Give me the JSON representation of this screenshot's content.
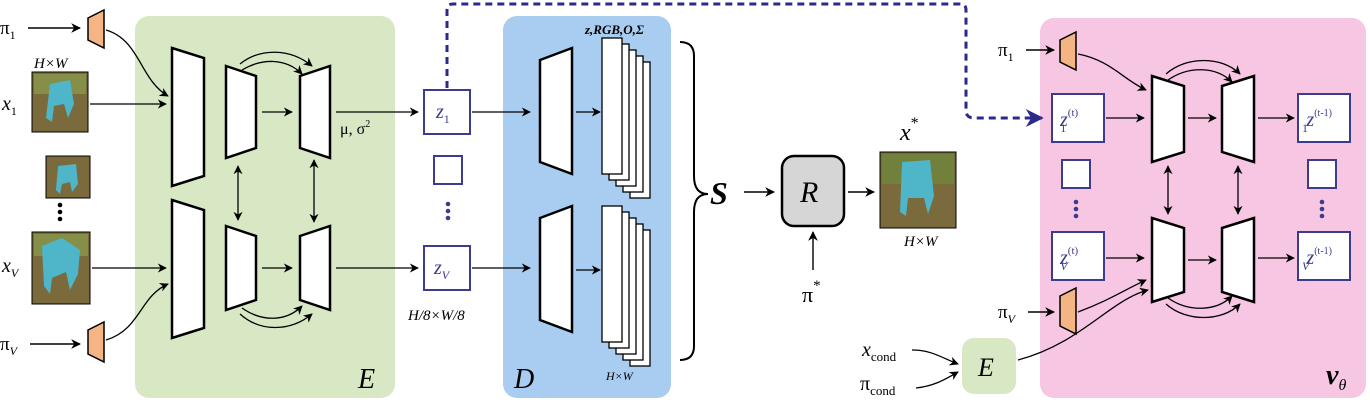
{
  "colors": {
    "encoder_panel": "#d9e8c4",
    "decoder_panel": "#a9cdf0",
    "denoiser_panel": "#f6c6e3",
    "pose_block": "#f4b483",
    "latent_border": "#3b3b8f",
    "dashed_arrow": "#2a2a8a",
    "render_block": "#d6d6d6",
    "small_encoder": "#d9e8c4",
    "photo_cyan": "#4fb5c9",
    "photo_ground": "#7a6a3c"
  },
  "labels": {
    "pi_1": "π",
    "pi_1_sub": "1",
    "pi_V": "π",
    "pi_V_sub": "V",
    "res_input": "H×W",
    "x_1": "x",
    "x_1_sub": "1",
    "x_V": "x",
    "x_V_sub": "V",
    "encoder": "E",
    "mu_sigma": "μ, σ",
    "mu_sigma_sup": "2",
    "z_1": "z",
    "z_1_sub": "1",
    "z_V": "z",
    "z_V_sub": "V",
    "res_latent": "H/8×W/8",
    "decoder": "D",
    "out_channels": "z,RGB,O,Σ",
    "res_decoder": "H×W",
    "set_S": "S",
    "renderer": "R",
    "target_pose": "π",
    "target_pose_sup": "*",
    "target_image": "x",
    "target_image_sup": "*",
    "res_output": "H×W",
    "den_pi_1": "π",
    "den_pi_1_sub": "1",
    "den_pi_V": "π",
    "den_pi_V_sub": "V",
    "zt_1": "z",
    "zt_1_sup": "(t)",
    "zt_1_sub": "1",
    "zt_V": "z",
    "zt_V_sup": "(t)",
    "zt_V_sub": "V",
    "zt1_1": "z",
    "zt1_1_sup": "(t-1)",
    "zt1_1_sub": "1",
    "zt1_V": "z",
    "zt1_V_sup": "(t-1)",
    "zt1_V_sub": "V",
    "x_cond": "x",
    "x_cond_sub": "cond",
    "pi_cond": "π",
    "pi_cond_sub": "cond",
    "small_encoder": "E",
    "velocity": "v",
    "velocity_sub": "θ"
  }
}
